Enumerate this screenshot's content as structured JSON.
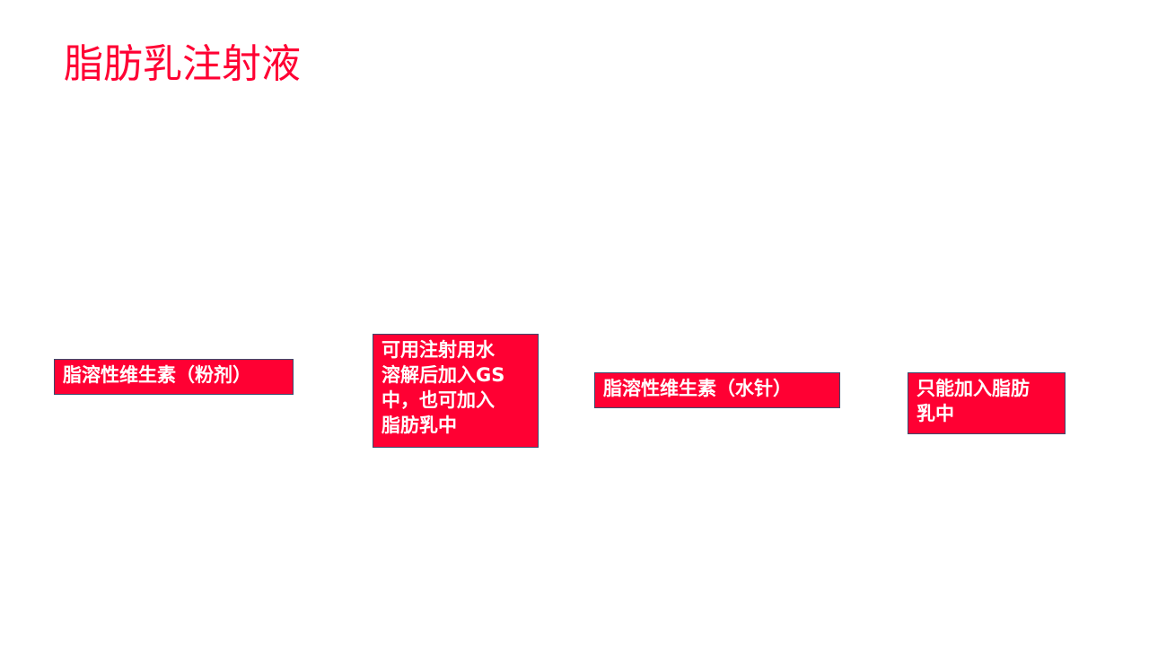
{
  "slide": {
    "title": "脂肪乳注射液",
    "title_color": "#ff0033",
    "box_color": "#ff0033",
    "box_text_color": "#ffffff",
    "boxes": [
      {
        "text": "脂溶性维生素（粉剂）"
      },
      {
        "text": "可用注射用水\n溶解后加入GS\n中，也可加入\n脂肪乳中"
      },
      {
        "text": "脂溶性维生素（水针）"
      },
      {
        "text": "只能加入脂肪\n乳中"
      }
    ]
  }
}
